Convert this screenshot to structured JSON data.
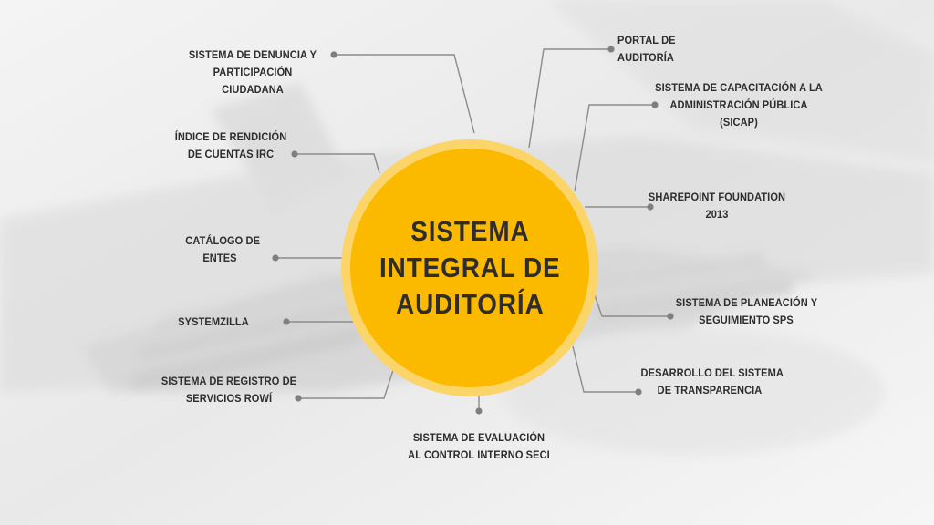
{
  "center": {
    "lines": [
      "SISTEMA",
      "INTEGRAL DE",
      "AUDITORÍA"
    ],
    "color": "#fbba00",
    "halo_color": "#fbd46a"
  },
  "nodes": [
    {
      "id": "denuncia",
      "lines": [
        "SISTEMA DE DENUNCIA Y",
        "PARTICIPACIÓN",
        "CIUDADANA"
      ]
    },
    {
      "id": "irc",
      "lines": [
        "ÍNDICE DE RENDICIÓN",
        "DE CUENTAS IRC"
      ]
    },
    {
      "id": "catalogo",
      "lines": [
        "CATÁLOGO DE",
        "ENTES"
      ]
    },
    {
      "id": "systemzilla",
      "lines": [
        "SYSTEMZILLA"
      ]
    },
    {
      "id": "rowi",
      "lines": [
        "SISTEMA DE REGISTRO DE",
        "SERVICIOS ROWÍ"
      ]
    },
    {
      "id": "seci",
      "lines": [
        "SISTEMA DE EVALUACIÓN",
        "AL CONTROL INTERNO SECI"
      ]
    },
    {
      "id": "transparencia",
      "lines": [
        "DESARROLLO DEL SISTEMA",
        "DE TRANSPARENCIA"
      ]
    },
    {
      "id": "sps",
      "lines": [
        "SISTEMA DE PLANEACIÓN Y",
        "SEGUIMIENTO SPS"
      ]
    },
    {
      "id": "sharepoint",
      "lines": [
        "SHAREPOINT FOUNDATION",
        "2013"
      ]
    },
    {
      "id": "sicap",
      "lines": [
        "SISTEMA DE CAPACITACIÓN A LA",
        "ADMINISTRACIÓN PÚBLICA",
        "(SICAP)"
      ]
    },
    {
      "id": "portal",
      "lines": [
        "PORTAL DE",
        "AUDITORÍA"
      ]
    }
  ],
  "colors": {
    "text": "#2d2d2d",
    "connector": "#8c8c8c",
    "dot": "#7f7f7f"
  }
}
